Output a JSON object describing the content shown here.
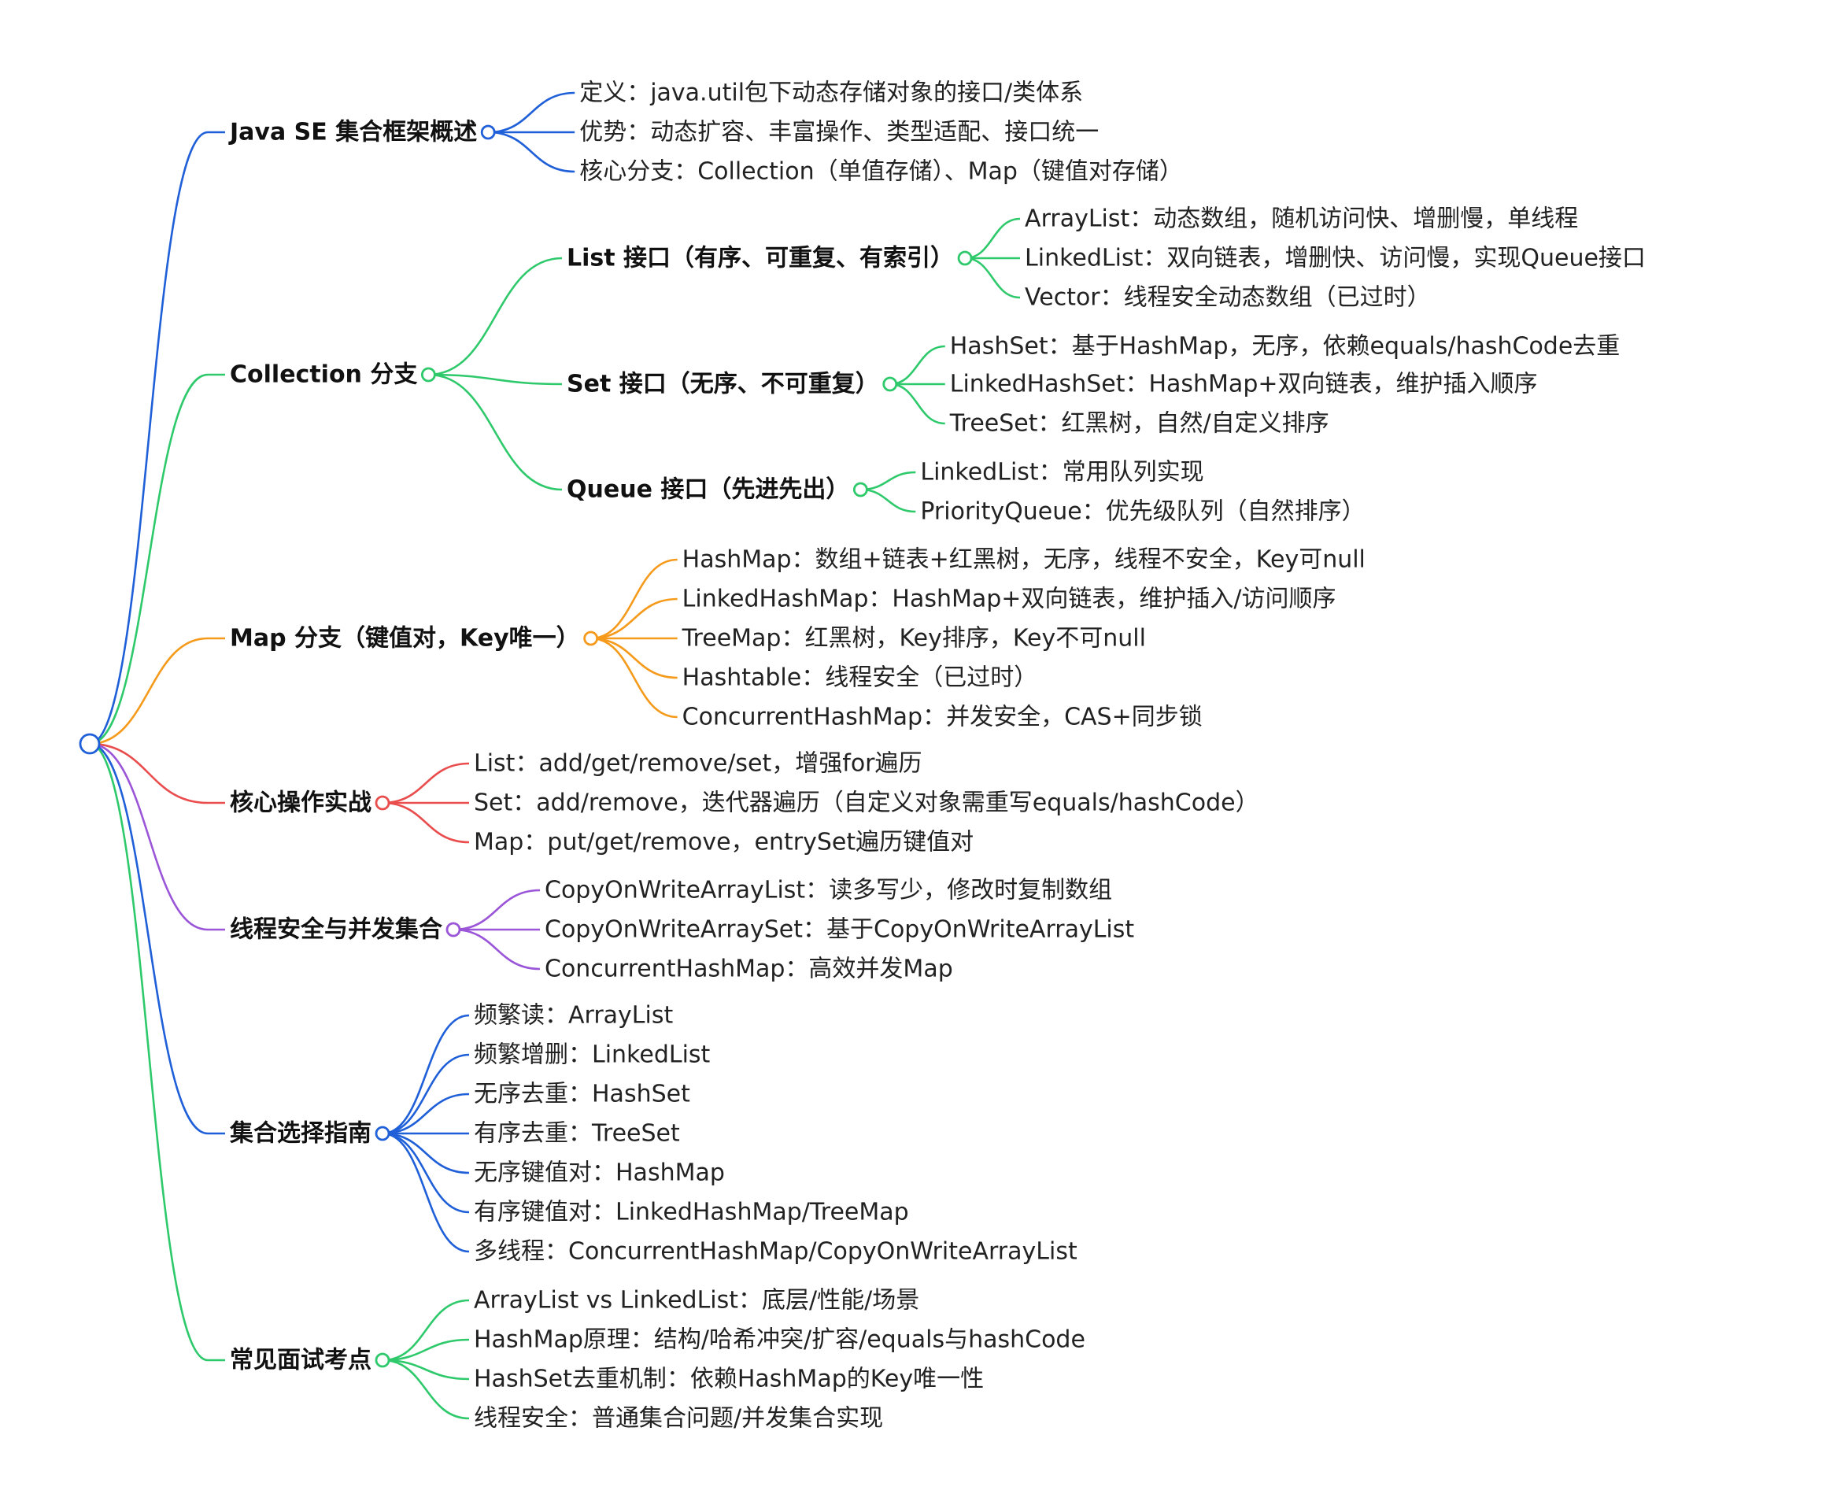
{
  "root": {
    "label": ""
  },
  "colors": {
    "blue": "#1f5fd8",
    "green": "#2ec96b",
    "orange": "#f59a1b",
    "red": "#ea4d4d",
    "purple": "#9a55d8"
  },
  "branches": [
    {
      "id": "overview",
      "label": "Java SE 集合框架概述",
      "color": "blue",
      "items": [
        {
          "label": "定义：java.util包下动态存储对象的接口/类体系"
        },
        {
          "label": "优势：动态扩容、丰富操作、类型适配、接口统一"
        },
        {
          "label": "核心分支：Collection（单值存储）、Map（键值对存储）"
        }
      ]
    },
    {
      "id": "collection",
      "label": "Collection 分支",
      "color": "green",
      "items": [
        {
          "label": "List 接口（有序、可重复、有索引）",
          "children": [
            {
              "label": "ArrayList：动态数组，随机访问快、增删慢，单线程"
            },
            {
              "label": "LinkedList：双向链表，增删快、访问慢，实现Queue接口"
            },
            {
              "label": "Vector：线程安全动态数组（已过时）"
            }
          ]
        },
        {
          "label": "Set 接口（无序、不可重复）",
          "children": [
            {
              "label": "HashSet：基于HashMap，无序，依赖equals/hashCode去重"
            },
            {
              "label": "LinkedHashSet：HashMap+双向链表，维护插入顺序"
            },
            {
              "label": "TreeSet：红黑树，自然/自定义排序"
            }
          ]
        },
        {
          "label": "Queue 接口（先进先出）",
          "children": [
            {
              "label": "LinkedList：常用队列实现"
            },
            {
              "label": "PriorityQueue：优先级队列（自然排序）"
            }
          ]
        }
      ]
    },
    {
      "id": "map",
      "label": "Map 分支（键值对，Key唯一）",
      "color": "orange",
      "items": [
        {
          "label": "HashMap：数组+链表+红黑树，无序，线程不安全，Key可null"
        },
        {
          "label": "LinkedHashMap：HashMap+双向链表，维护插入/访问顺序"
        },
        {
          "label": "TreeMap：红黑树，Key排序，Key不可null"
        },
        {
          "label": "Hashtable：线程安全（已过时）"
        },
        {
          "label": "ConcurrentHashMap：并发安全，CAS+同步锁"
        }
      ]
    },
    {
      "id": "ops",
      "label": "核心操作实战",
      "color": "red",
      "items": [
        {
          "label": "List：add/get/remove/set，增强for遍历"
        },
        {
          "label": "Set：add/remove，迭代器遍历（自定义对象需重写equals/hashCode）"
        },
        {
          "label": "Map：put/get/remove，entrySet遍历键值对"
        }
      ]
    },
    {
      "id": "concurrent",
      "label": "线程安全与并发集合",
      "color": "purple",
      "items": [
        {
          "label": "CopyOnWriteArrayList：读多写少，修改时复制数组"
        },
        {
          "label": "CopyOnWriteArraySet：基于CopyOnWriteArrayList"
        },
        {
          "label": "ConcurrentHashMap：高效并发Map"
        }
      ]
    },
    {
      "id": "guide",
      "label": "集合选择指南",
      "color": "blue",
      "items": [
        {
          "label": "频繁读：ArrayList"
        },
        {
          "label": "频繁增删：LinkedList"
        },
        {
          "label": "无序去重：HashSet"
        },
        {
          "label": "有序去重：TreeSet"
        },
        {
          "label": "无序键值对：HashMap"
        },
        {
          "label": "有序键值对：LinkedHashMap/TreeMap"
        },
        {
          "label": "多线程：ConcurrentHashMap/CopyOnWriteArrayList"
        }
      ]
    },
    {
      "id": "interview",
      "label": "常见面试考点",
      "color": "green",
      "items": [
        {
          "label": "ArrayList vs LinkedList：底层/性能/场景"
        },
        {
          "label": "HashMap原理：结构/哈希冲突/扩容/equals与hashCode"
        },
        {
          "label": "HashSet去重机制：依赖HashMap的Key唯一性"
        },
        {
          "label": "线程安全：普通集合问题/并发集合实现"
        }
      ]
    }
  ]
}
